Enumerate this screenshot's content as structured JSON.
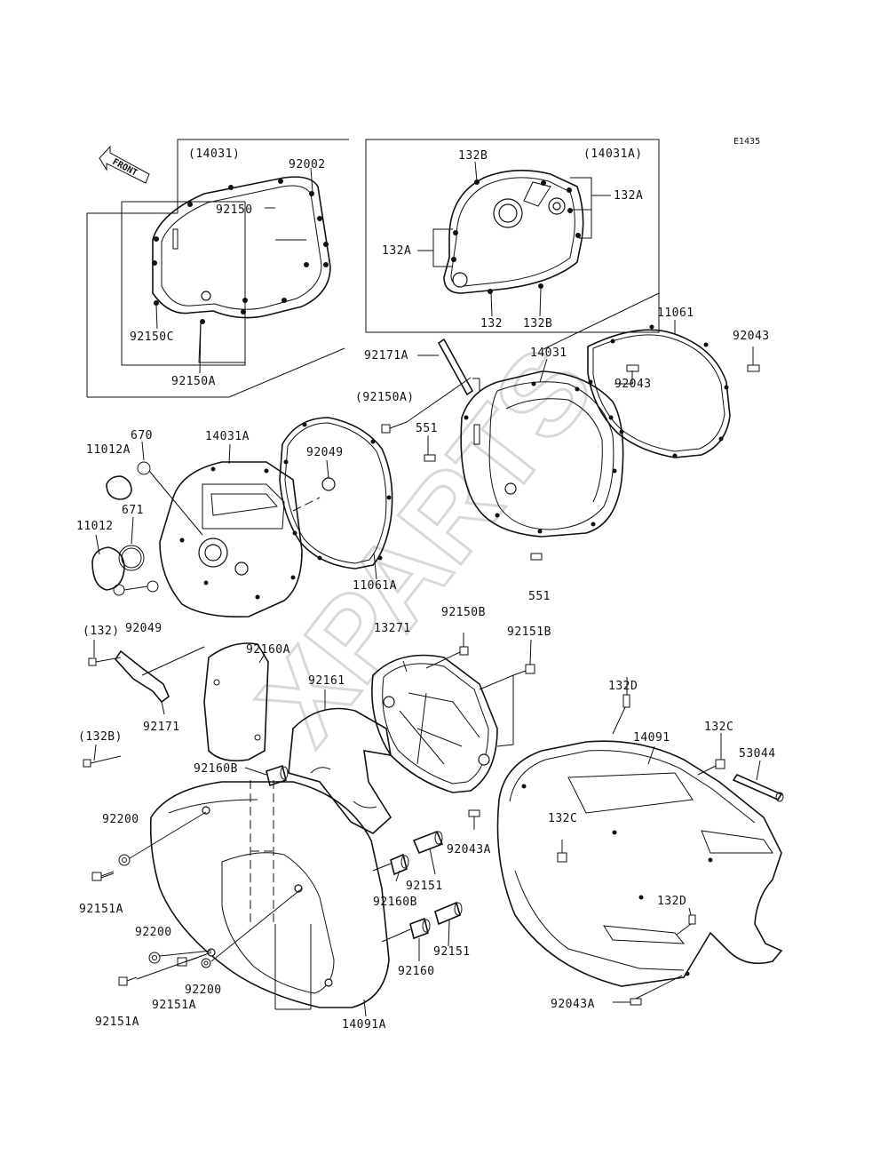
{
  "diagram": {
    "code": "E1435",
    "front_label": "FRONT",
    "watermark": "XPARTS",
    "labels": {
      "l14031p": "(14031)",
      "l92002": "92002",
      "l92150": "92150",
      "l92150C": "92150C",
      "l92150A": "92150A",
      "l132B_top": "132B",
      "l14031Ap": "(14031A)",
      "l132A_r": "132A",
      "l132A_l": "132A",
      "l132": "132",
      "l132B_bot": "132B",
      "l11061": "11061",
      "l92043_r": "92043",
      "l92043_m": "92043",
      "l92171A": "92171A",
      "l14031": "14031",
      "l92150Ap": "(92150A)",
      "l551_top": "551",
      "l551_bot": "551",
      "l670": "670",
      "l11012A": "11012A",
      "l14031A": "14031A",
      "l92049_top": "92049",
      "l671": "671",
      "l11012": "11012",
      "l11061A": "11061A",
      "l92049_bot": "92049",
      "l132p": "(132)",
      "l92160A": "92160A",
      "l92150B": "92150B",
      "l13271": "13271",
      "l92151B": "92151B",
      "l92161": "92161",
      "l132Bp": "(132B)",
      "l92171": "92171",
      "l132D_top": "132D",
      "l14091": "14091",
      "l132C_top": "132C",
      "l53044": "53044",
      "l92160B_top": "92160B",
      "l92200_top": "92200",
      "l92043A_mid": "92043A",
      "l132C_mid": "132C",
      "l92151_top": "92151",
      "l92160B_bot": "92160B",
      "l92151A_l": "92151A",
      "l132D_bot": "132D",
      "l92200_mid": "92200",
      "l92151_bot": "92151",
      "l92160": "92160",
      "l92200_bot": "92200",
      "l92151A_mid": "92151A",
      "l92043A_bot": "92043A",
      "l92151A_bot": "92151A",
      "l14091A": "14091A"
    }
  }
}
